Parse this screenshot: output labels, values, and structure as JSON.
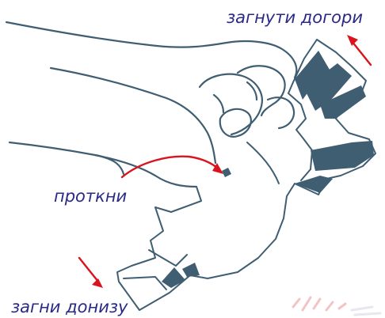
{
  "labels": {
    "fold_up": "загнути догори",
    "thread_through": "проткни",
    "fold_down": "загни донизу"
  },
  "colors": {
    "outline": "#3f5e72",
    "fill": "#3f5e72",
    "arrow": "#d9141e",
    "text": "#2a2a86",
    "faint": "#f2c4c6"
  }
}
